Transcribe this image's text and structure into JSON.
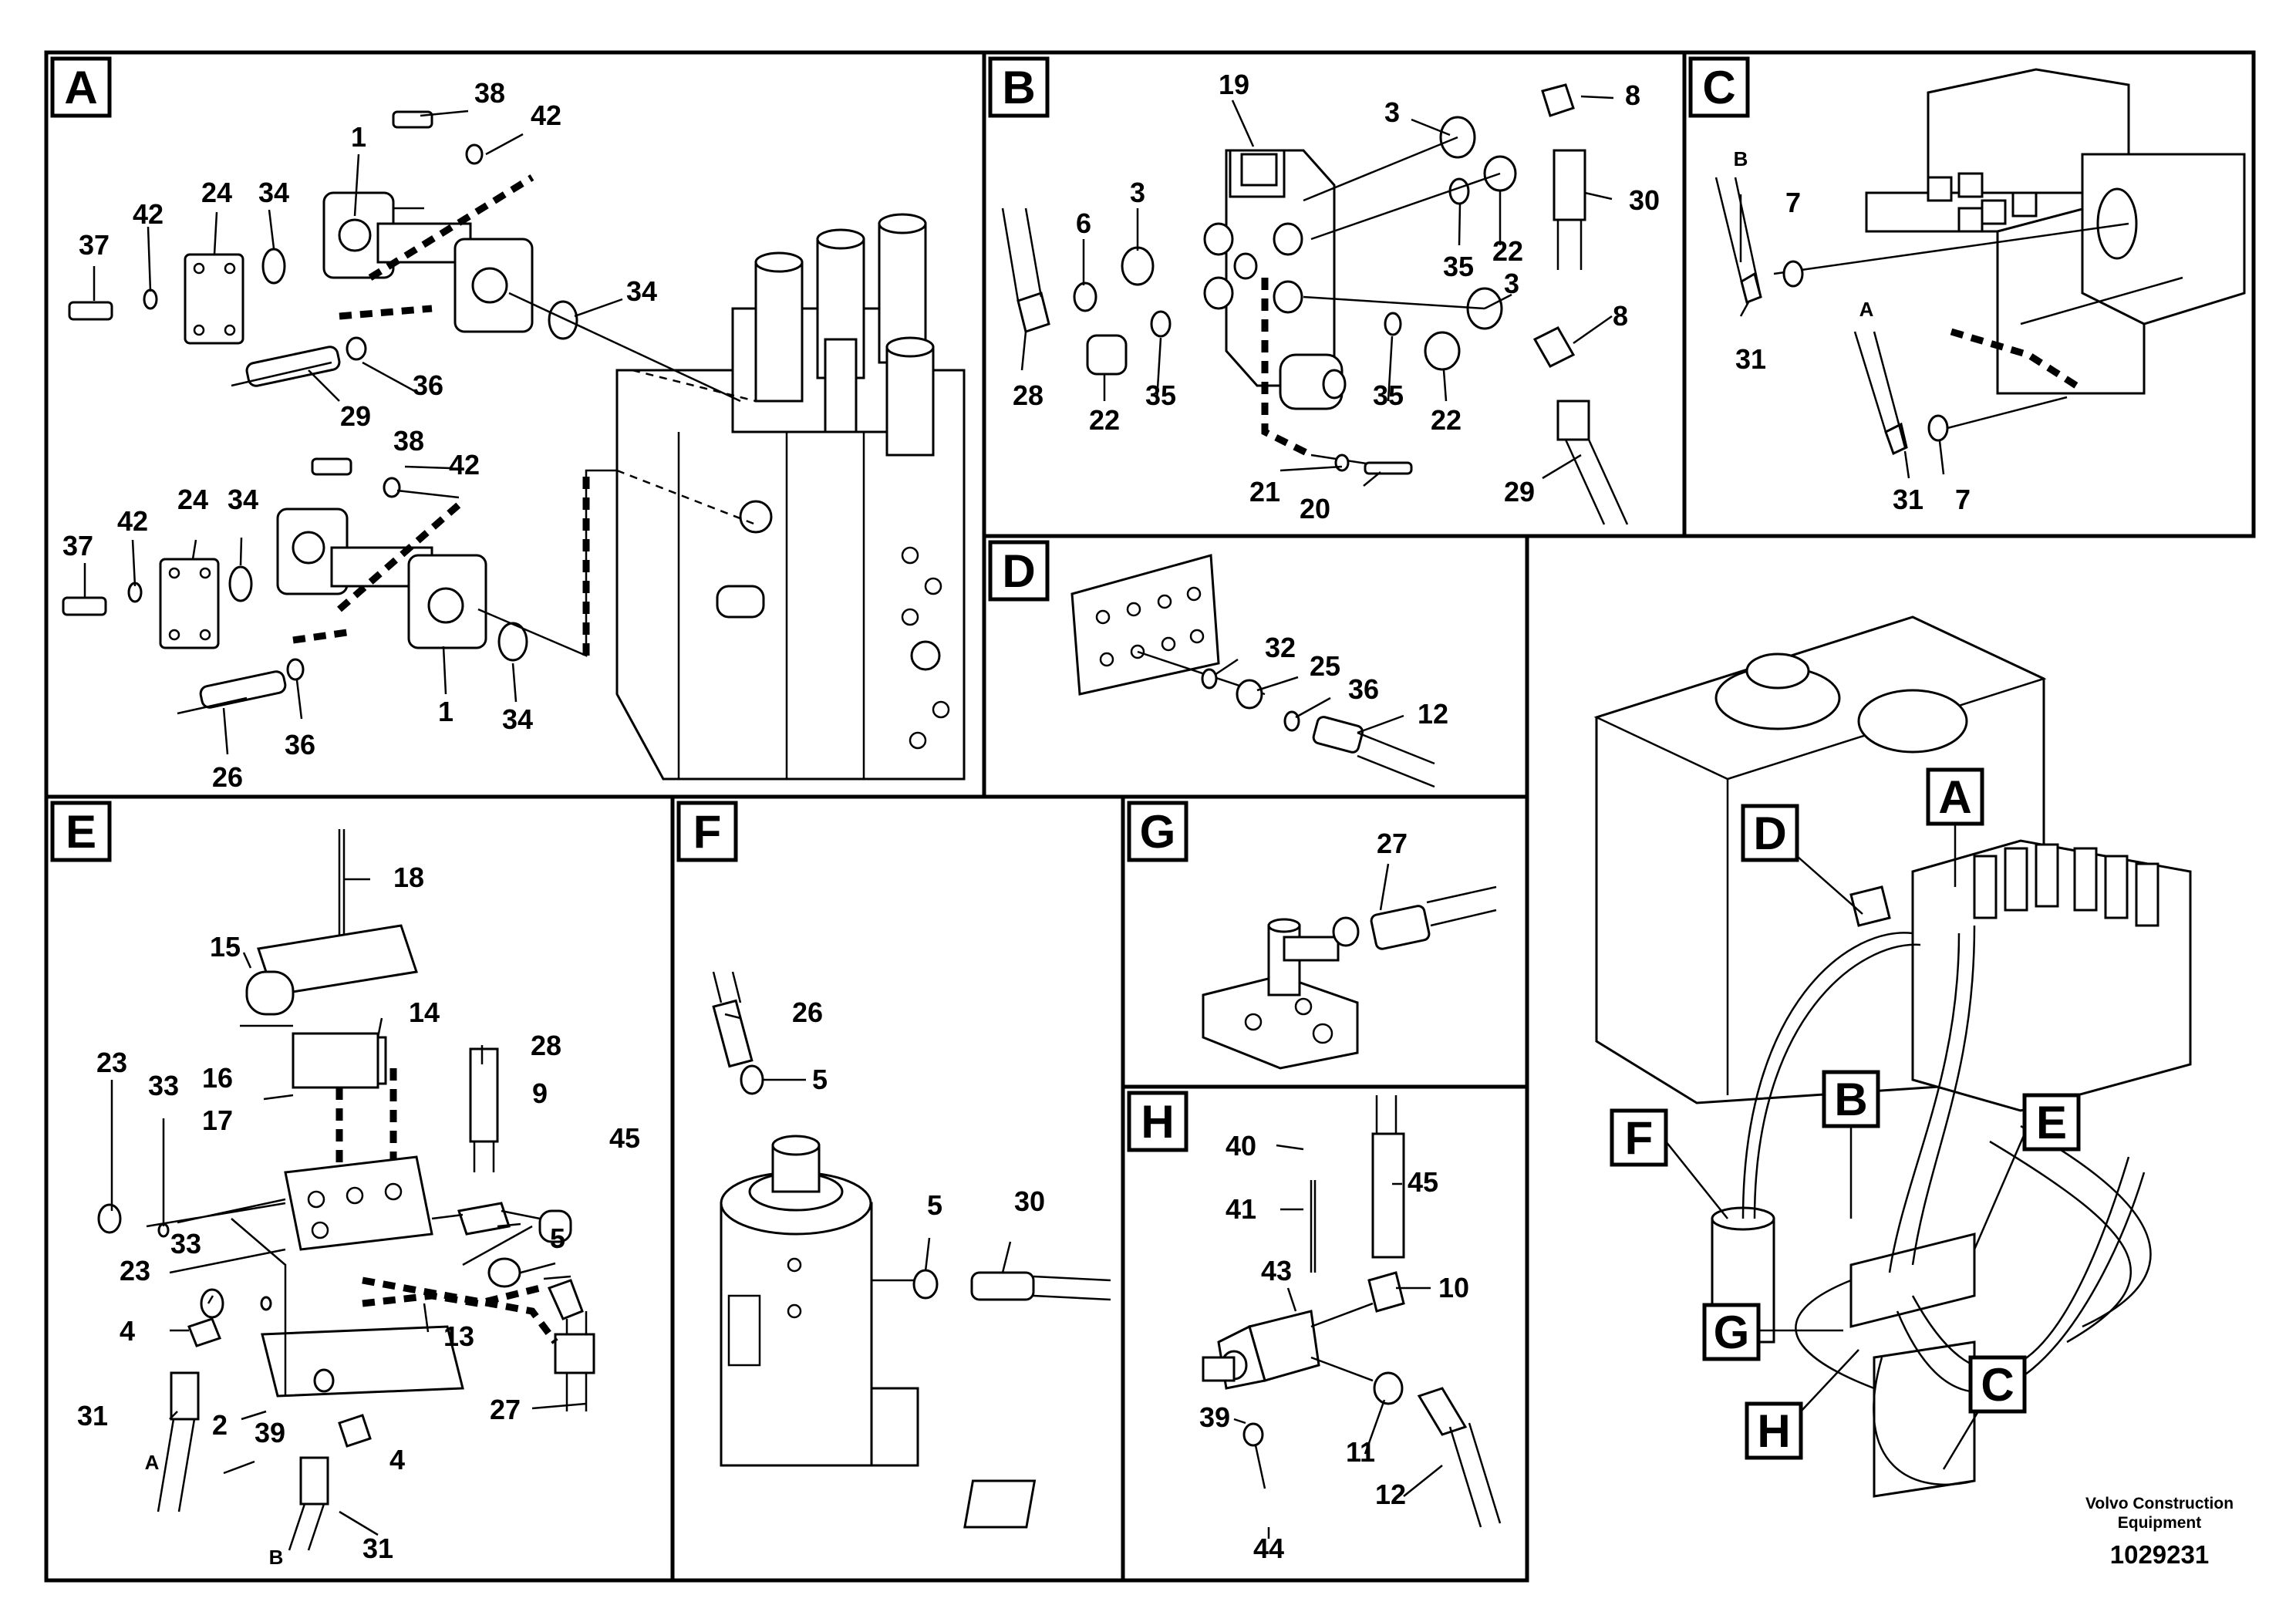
{
  "panels": {
    "A": {
      "tag": "A",
      "labels": [
        "38",
        "42",
        "1",
        "37",
        "42",
        "24",
        "34",
        "34",
        "36",
        "29",
        "38",
        "42",
        "37",
        "42",
        "24",
        "34",
        "34",
        "1",
        "36",
        "26"
      ]
    },
    "B": {
      "tag": "B",
      "labels": [
        "19",
        "3",
        "8",
        "6",
        "3",
        "30",
        "35",
        "22",
        "3",
        "8",
        "28",
        "22",
        "35",
        "35",
        "22",
        "21",
        "20",
        "29"
      ]
    },
    "C": {
      "tag": "C",
      "labels": [
        "7",
        "31",
        "7",
        "31"
      ],
      "hose_ends": [
        "B",
        "A"
      ]
    },
    "D": {
      "tag": "D",
      "labels": [
        "32",
        "25",
        "36",
        "12"
      ]
    },
    "E": {
      "tag": "E",
      "labels": [
        "18",
        "15",
        "14",
        "28",
        "23",
        "33",
        "16",
        "17",
        "9",
        "45",
        "33",
        "23",
        "5",
        "4",
        "13",
        "27",
        "31",
        "2",
        "39",
        "4",
        "31"
      ],
      "hose_ends": [
        "A",
        "B"
      ]
    },
    "F": {
      "tag": "F",
      "labels": [
        "26",
        "5",
        "5",
        "30"
      ]
    },
    "G": {
      "tag": "G",
      "labels": [
        "27"
      ]
    },
    "H": {
      "tag": "H",
      "labels": [
        "40",
        "45",
        "41",
        "43",
        "10",
        "39",
        "11",
        "12",
        "44"
      ]
    }
  },
  "overview": {
    "callouts": [
      "A",
      "D",
      "B",
      "E",
      "F",
      "G",
      "H",
      "C"
    ]
  },
  "footer": {
    "company_line1": "Volvo Construction",
    "company_line2": "Equipment",
    "drawing_number": "1029231"
  }
}
